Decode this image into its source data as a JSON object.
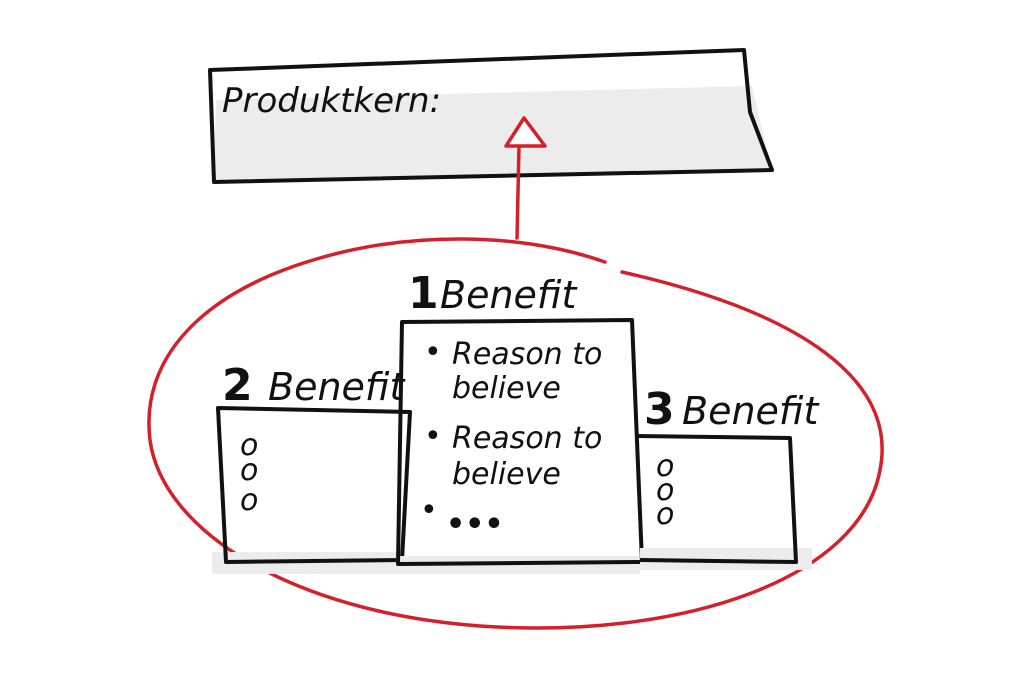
{
  "core": {
    "label": "Produktkern:"
  },
  "podium": {
    "first": {
      "rank": "1",
      "title": "Benefit",
      "reasons": [
        {
          "bullet": "•",
          "line1": "Reason to",
          "line2": "believe"
        },
        {
          "bullet": "•",
          "line1": "Reason to",
          "line2": "believe"
        }
      ],
      "more_bullet": "•",
      "more": "•••"
    },
    "second": {
      "rank": "2",
      "title": "Benefit",
      "bullets": [
        "o",
        "o",
        "o"
      ]
    },
    "third": {
      "rank": "3",
      "title": "Benefit",
      "bullets": [
        "o",
        "o",
        "o"
      ]
    }
  },
  "colors": {
    "ink": "#111111",
    "accent": "#d4202b",
    "shadow": "#ececec"
  }
}
